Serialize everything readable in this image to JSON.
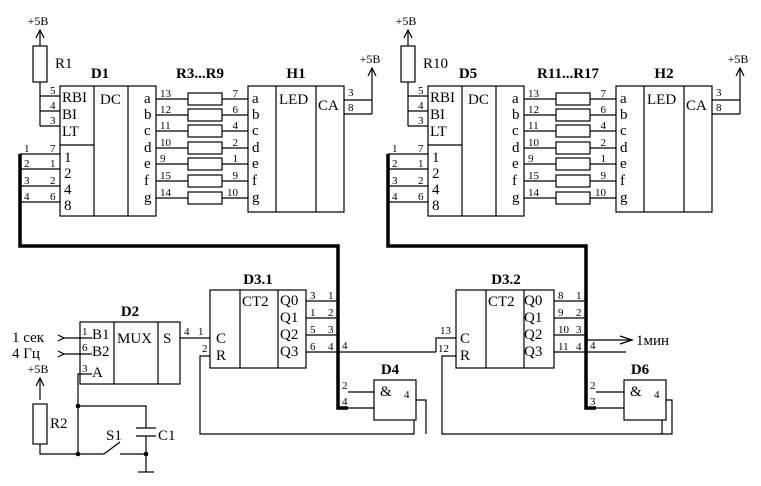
{
  "power": {
    "label": "+5В"
  },
  "resistors": {
    "r1": "R1",
    "r2": "R2",
    "r10": "R10",
    "r3_9": "R3...R9",
    "r11_17": "R11...R17"
  },
  "chips": {
    "d1": "D1",
    "d5": "D5",
    "d2": "D2",
    "d3_1": "D3.1",
    "d3_2": "D3.2",
    "d4": "D4",
    "d6": "D6",
    "h1": "H1",
    "h2": "H2"
  },
  "decoder": {
    "inputs": [
      "RBI",
      "BI",
      "LT"
    ],
    "title": "DC",
    "data_inputs": [
      "1",
      "2",
      "4",
      "8"
    ],
    "segments": [
      "a",
      "b",
      "c",
      "d",
      "e",
      "f",
      "g"
    ]
  },
  "display": {
    "title": "LED",
    "ca": "CA"
  },
  "counter": {
    "title": "CT2",
    "c": "C",
    "r": "R",
    "outputs": [
      "Q0",
      "Q1",
      "Q2",
      "Q3"
    ]
  },
  "mux": {
    "inputs": [
      "B1",
      "B2",
      "A"
    ],
    "title": "MUX",
    "output": "S"
  },
  "gate": {
    "symbol": "&"
  },
  "signals": {
    "in1": "1 сек",
    "in2": "4 Гц",
    "out": "1мин"
  },
  "switch": {
    "s1": "S1",
    "c1": "C1"
  }
}
